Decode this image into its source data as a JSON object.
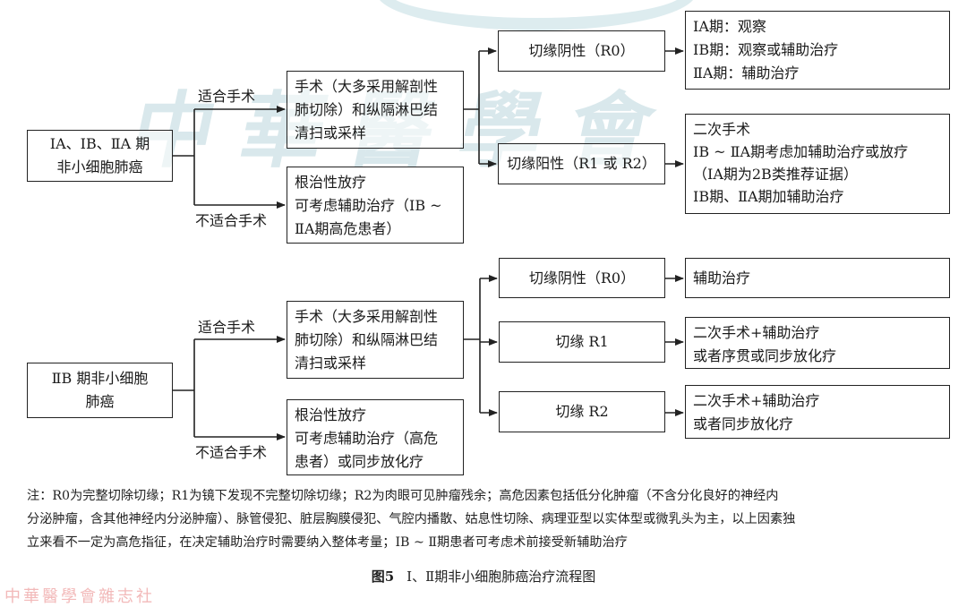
{
  "top": {
    "stage_box": [
      "ⅠA、ⅠB、ⅡA 期",
      "非小细胞肺癌"
    ],
    "suitable_label": "适合手术",
    "unsuitable_label": "不适合手术",
    "surgery_box": [
      "手术（大多采用解剖性",
      "肺切除）和纵隔淋巴结",
      "清扫或采样"
    ],
    "radio_box": [
      "根治性放疗",
      "可考虑辅助治疗（ⅠB ~",
      "ⅡA期高危患者）"
    ],
    "r0_box": "切缘阴性（R0）",
    "r1r2_box": "切缘阳性（R1 或 R2）",
    "r0_result": [
      "ⅠA期：观察",
      "ⅠB期：观察或辅助治疗",
      "ⅡA期：辅助治疗"
    ],
    "r1r2_result": [
      "二次手术",
      "ⅠB ~ ⅡA期考虑加辅助治疗或放疗",
      "（ⅠA期为2B类推荐证据）",
      "ⅠB期、ⅡA期加辅助治疗"
    ]
  },
  "bottom": {
    "stage_box": [
      "ⅡB 期非小细胞",
      "肺癌"
    ],
    "suitable_label": "适合手术",
    "unsuitable_label": "不适合手术",
    "surgery_box": [
      "手术（大多采用解剖性",
      "肺切除）和纵隔淋巴结",
      "清扫或采样"
    ],
    "radio_box": [
      "根治性放疗",
      "可考虑辅助治疗（高危",
      "患者）或同步放化疗"
    ],
    "r0_box": "切缘阴性（R0）",
    "r1_box": "切缘 R1",
    "r2_box": "切缘 R2",
    "r0_result": "辅助治疗",
    "r1_result": [
      "二次手术+辅助治疗",
      "或者序贯或同步放化疗"
    ],
    "r2_result": [
      "二次手术+辅助治疗",
      "或者同步放化疗"
    ]
  },
  "note": [
    "注：R0为完整切除切缘；R1为镜下发现不完整切除切缘；R2为肉眼可见肿瘤残余；高危因素包括低分化肿瘤（不含分化良好的神经内",
    "分泌肿瘤，含其他神经内分泌肿瘤）、脉管侵犯、脏层胸膜侵犯、气腔内播散、姑息性切除、病理亚型以实体型或微乳头为主，以上因素独",
    "立来看不一定为高危指征，在决定辅助治疗时需要纳入整体考量；ⅠB ~ Ⅱ期患者可考虑术前接受新辅助治疗"
  ],
  "caption": {
    "fig_no": "图5",
    "title": "Ⅰ、Ⅱ期非小细胞肺癌治疗流程图"
  },
  "watermark": {
    "main": "中華醫學會",
    "footer": "中華醫學會雜志社"
  }
}
